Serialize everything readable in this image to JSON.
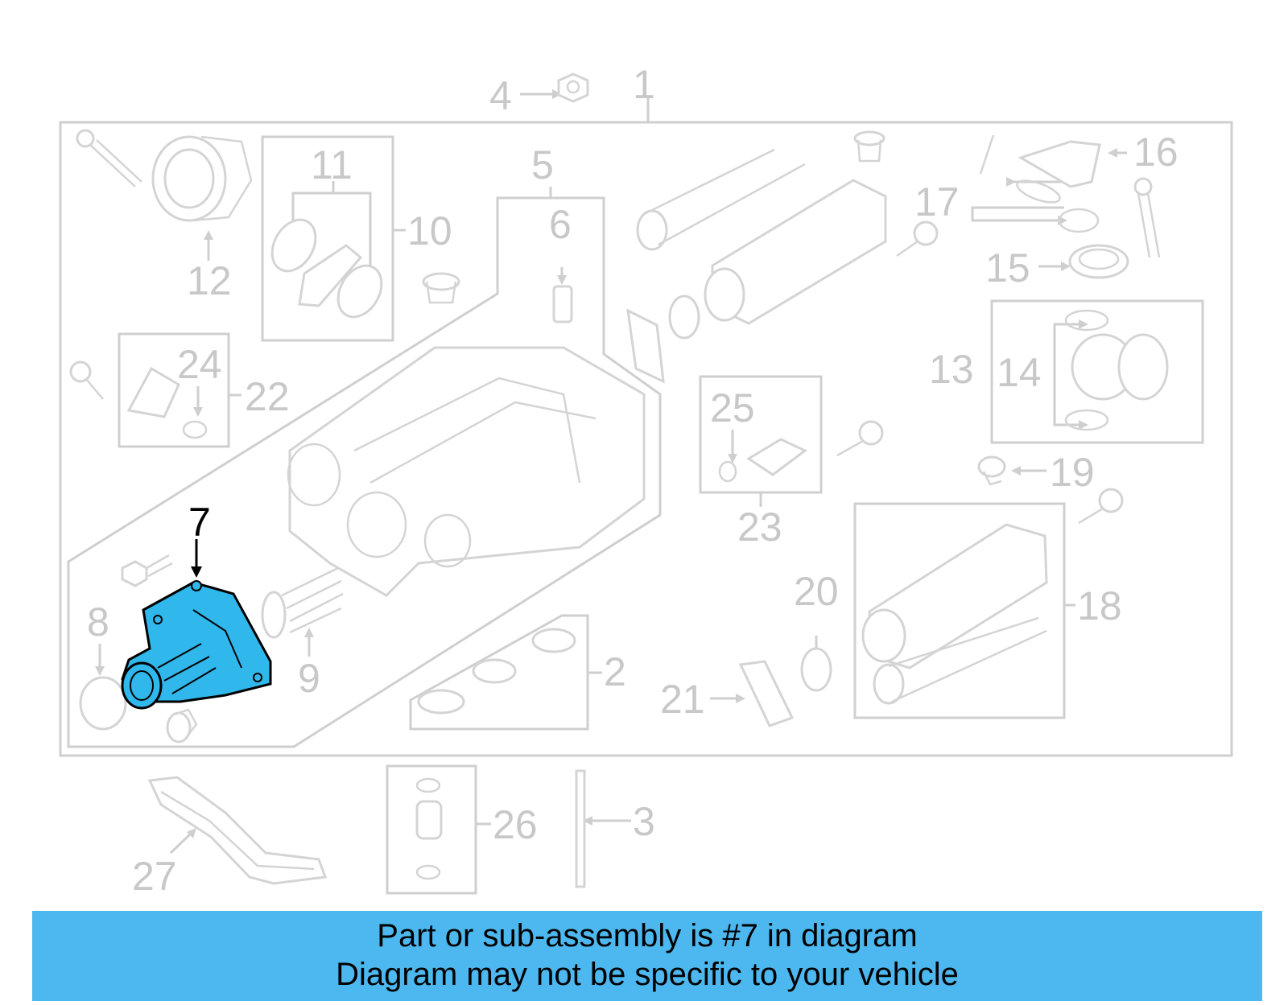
{
  "diagram": {
    "callouts": [
      "1",
      "2",
      "3",
      "4",
      "5",
      "6",
      "7",
      "8",
      "9",
      "10",
      "11",
      "12",
      "13",
      "14",
      "15",
      "16",
      "17",
      "18",
      "19",
      "20",
      "21",
      "22",
      "23",
      "24",
      "25",
      "26",
      "27"
    ],
    "highlighted_callout": "7",
    "highlight_color": "#30b8ec",
    "label_color": "#c8c8c8",
    "part_outline_color": "#d4d4d4"
  },
  "banner": {
    "line1": "Part or sub-assembly is #7 in diagram",
    "line2": "Diagram may not be specific to your vehicle",
    "background_color": "#4db8ef"
  }
}
